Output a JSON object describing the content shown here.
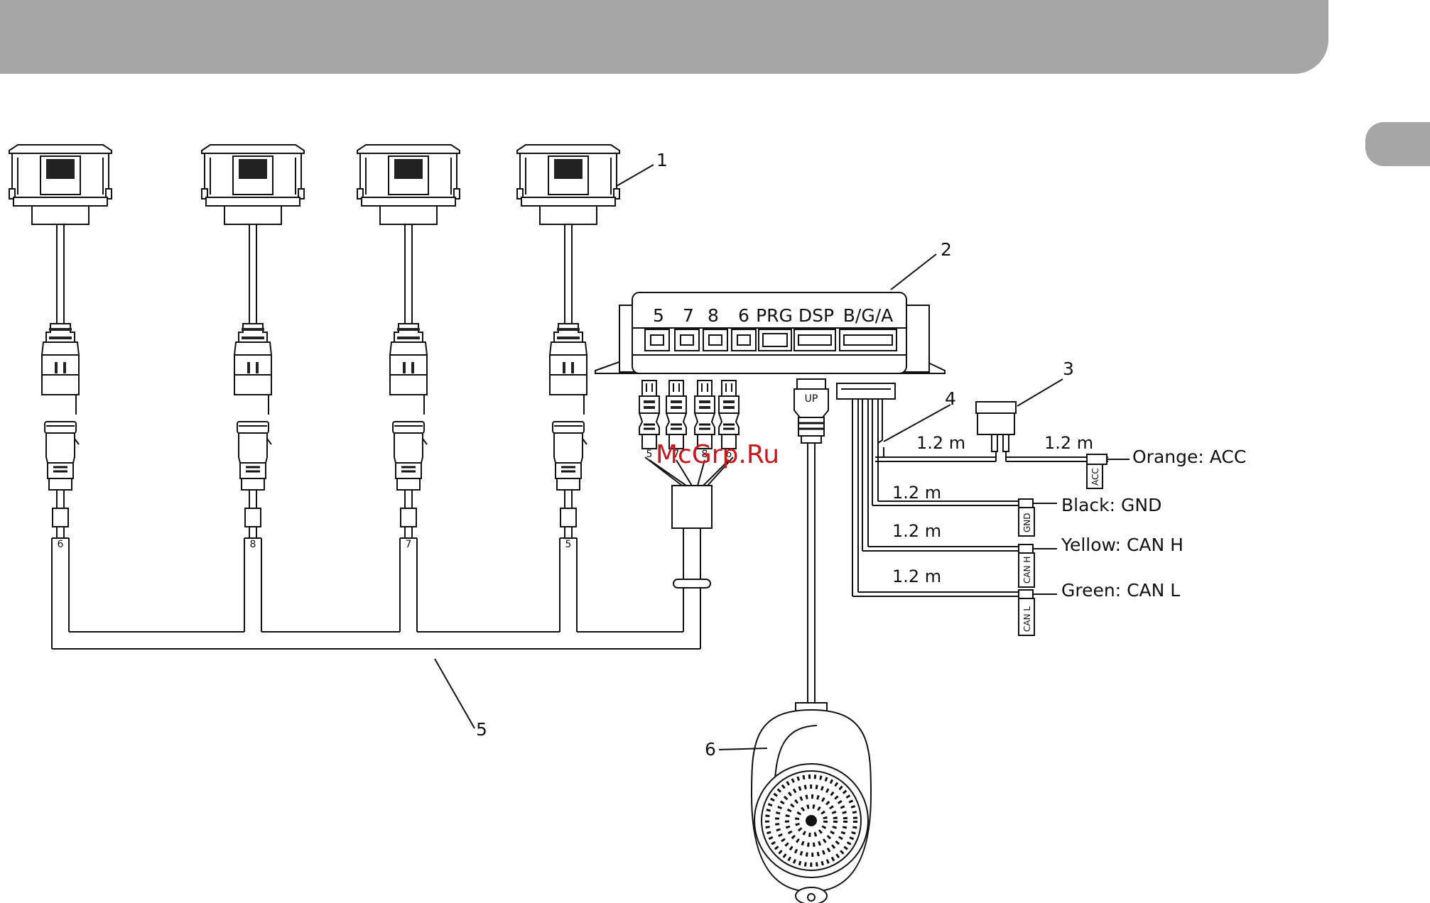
{
  "watermark": "McGrp.Ru",
  "callouts": [
    "1",
    "2",
    "3",
    "4",
    "5",
    "6"
  ],
  "control_unit": {
    "ports": [
      "5",
      "7",
      "8",
      "6",
      "PRG",
      "DSP",
      "B/G/A"
    ]
  },
  "sensor_cable_numbers": [
    "6",
    "8",
    "7",
    "5"
  ],
  "harness_connector_numbers": [
    "5",
    "7",
    "8",
    "6"
  ],
  "display_plug_label": "UP",
  "wires": [
    {
      "length": "1.2 m",
      "name": "Orange: ACC",
      "tag": "ACC"
    },
    {
      "length": "1.2 m",
      "name": "Black: GND",
      "tag": "GND"
    },
    {
      "length": "1.2 m",
      "name": "Yellow: CAN H",
      "tag": "CAN H"
    },
    {
      "length": "1.2 m",
      "name": "Green: CAN L",
      "tag": "CAN L"
    }
  ],
  "switch_wire_length": "1.2 m",
  "colors": {
    "header": "#a7a6a6",
    "line": "#111111",
    "watermark": "#c8171d"
  }
}
